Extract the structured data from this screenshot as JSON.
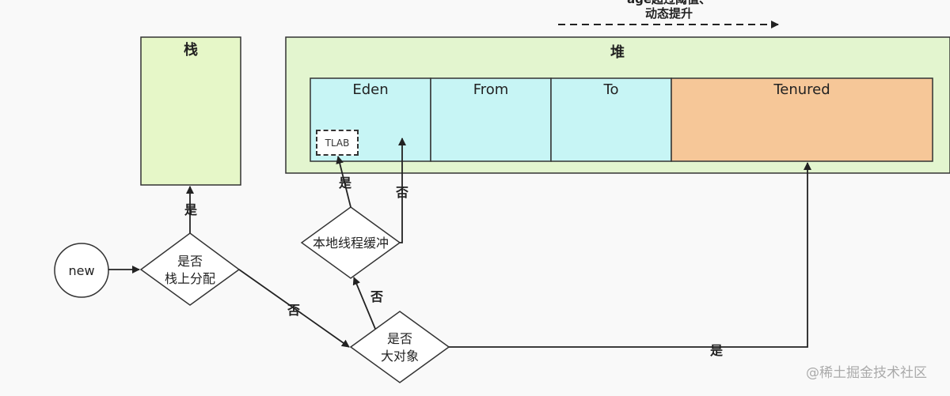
{
  "stack": {
    "title": "栈"
  },
  "heap": {
    "title": "堆",
    "regions": [
      "Eden",
      "From",
      "To",
      "Tenured"
    ],
    "tlab": "TLAB"
  },
  "top_annotation": {
    "line1": "age超过阈值、",
    "line2": "动态提升"
  },
  "start_node": "new",
  "decisions": {
    "stack_alloc": {
      "line1": "是否",
      "line2": "栈上分配"
    },
    "thread_buffer": "本地线程缓冲",
    "big_object": {
      "line1": "是否",
      "line2": "大对象"
    }
  },
  "edge_labels": {
    "stack_yes": "是",
    "stack_no": "否",
    "tlab_yes": "是",
    "tlab_no": "否",
    "big_no": "否",
    "big_yes": "是"
  },
  "watermark": "@稀土掘金技术社区",
  "colors": {
    "stack_fill": "#e6f7c8",
    "heap_fill": "#e3f5cf",
    "young_fill": "#c7f5f5",
    "tenured_fill": "#f6c798",
    "stroke": "#333333"
  }
}
